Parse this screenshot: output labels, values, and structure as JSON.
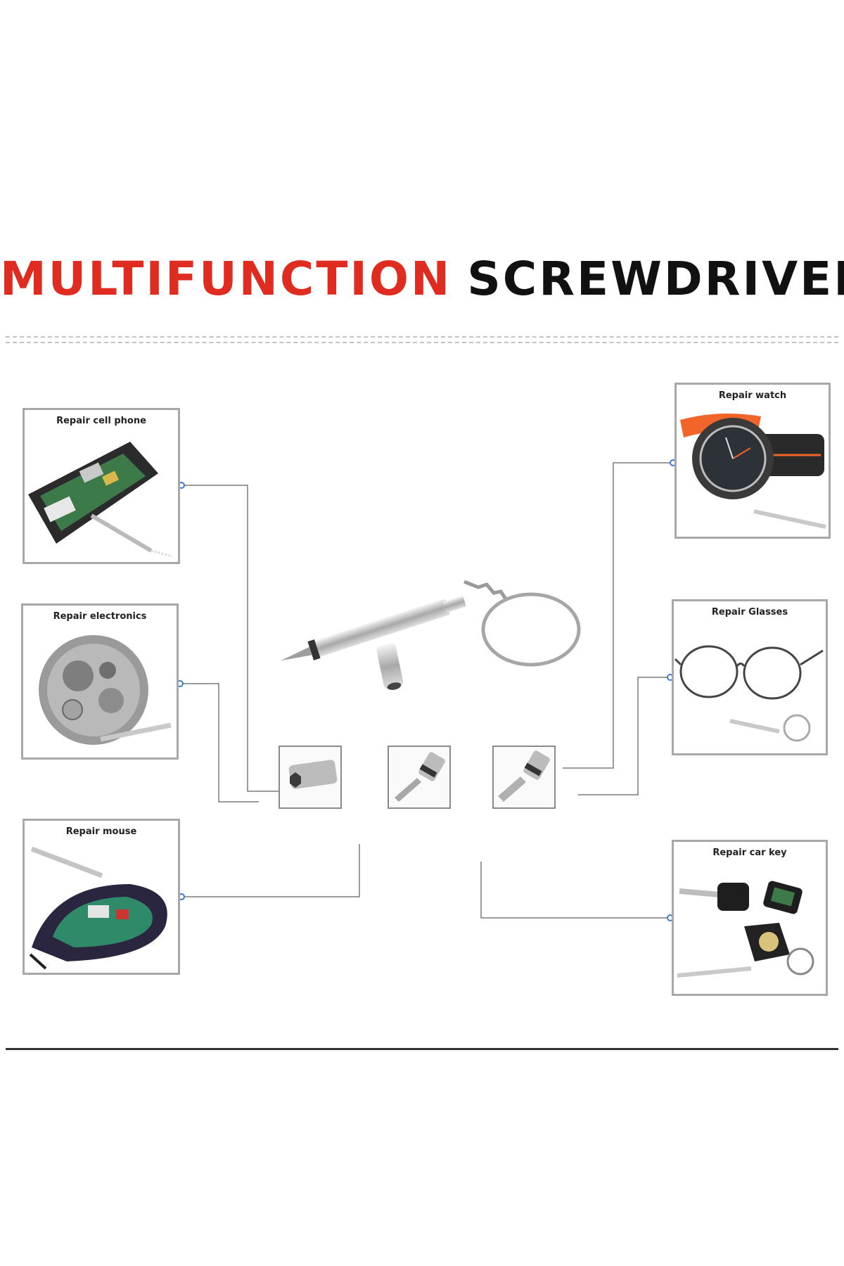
{
  "title": {
    "word1": "MULTIFUNCTION",
    "word2": "SCREWDRIVER"
  },
  "colors": {
    "title_accent": "#e02b20",
    "title_dark": "#111111",
    "connector": "#7a7a7a",
    "dot": "#3a7bd5"
  },
  "uses": {
    "cell_phone": "Repair cell phone",
    "electronics": "Repair electronics",
    "mouse": "Repair mouse",
    "watch": "Repair watch",
    "glasses": "Repair Glasses",
    "car_key": "Repair car key"
  },
  "icons": {
    "main": "keychain-screwdriver-icon",
    "bit_hex": "hex-socket-bit-icon",
    "bit_phillips": "phillips-bit-icon",
    "bit_flat": "flathead-bit-icon"
  }
}
